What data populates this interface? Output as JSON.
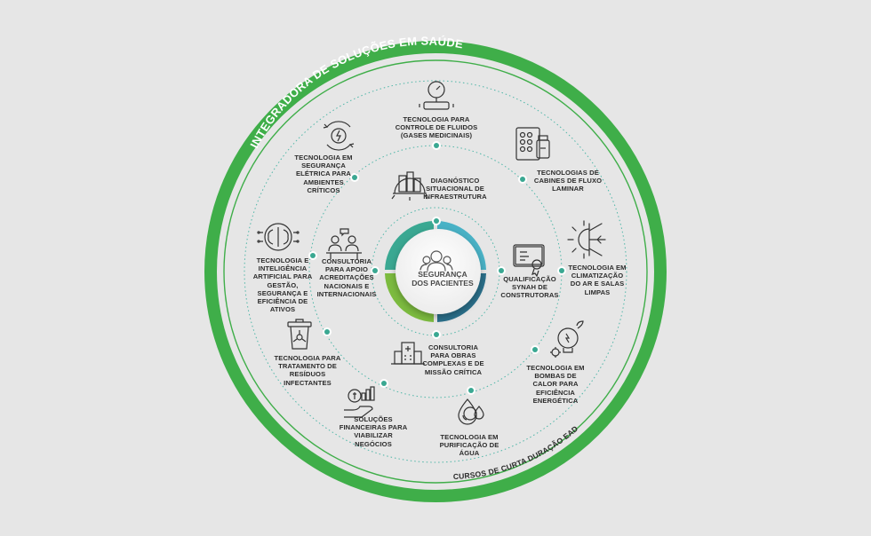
{
  "outer_ring": {
    "title": "INTEGRADORA DE SOLUÇÕES EM SAÚDE",
    "bottom_text": "CURSOS DE CURTA DURAÇÃO EAD"
  },
  "center": {
    "lines": [
      "SEGURANÇA",
      "DOS PACIENTES"
    ]
  },
  "inner_items": [
    {
      "id": "diagnostico",
      "icon": "building-gear-icon",
      "lines": [
        "DIAGNÓSTICO",
        "SITUACIONAL DE",
        "INFRAESTRUTURA"
      ]
    },
    {
      "id": "qualificacao",
      "icon": "certificate-icon",
      "lines": [
        "QUALIFICAÇÃO",
        "SYNAH DE",
        "CONSTRUTORAS"
      ]
    },
    {
      "id": "obras",
      "icon": "hospital-building-icon",
      "lines": [
        "CONSULTORIA",
        "PARA OBRAS",
        "COMPLEXAS E DE",
        "MISSÃO CRÍTICA"
      ]
    },
    {
      "id": "acreditacoes",
      "icon": "meeting-icon",
      "lines": [
        "CONSULTORIA",
        "PARA APOIO",
        "ACREDITAÇÕES",
        "NACIONAIS E",
        "INTERNACIONAIS"
      ]
    }
  ],
  "outer_items": [
    {
      "id": "fluidos",
      "icon": "pressure-gauge-icon",
      "lines": [
        "TECNOLOGIA PARA",
        "CONTROLE DE FLUIDOS",
        "(GASES MEDICINAIS)"
      ]
    },
    {
      "id": "cabines",
      "icon": "pill-cabinet-icon",
      "lines": [
        "TECNOLOGIAS DE",
        "CABINES DE FLUXO",
        "LAMINAR"
      ]
    },
    {
      "id": "climatizacao",
      "icon": "sun-snowflake-icon",
      "lines": [
        "TECNOLOGIA EM",
        "CLIMATIZAÇÃO",
        "DO AR E SALAS",
        "LIMPAS"
      ]
    },
    {
      "id": "bombas",
      "icon": "lightbulb-gear-icon",
      "lines": [
        "TECNOLOGIA EM",
        "BOMBAS DE",
        "CALOR PARA",
        "EFICIÊNCIA",
        "ENERGÉTICA"
      ]
    },
    {
      "id": "agua",
      "icon": "water-drops-icon",
      "lines": [
        "TECNOLOGIA EM",
        "PURIFICAÇÃO DE",
        "ÁGUA"
      ]
    },
    {
      "id": "financeiras",
      "icon": "money-hand-icon",
      "lines": [
        "SOLUÇÕES",
        "FINANCEIRAS PARA",
        "VIABILIZAR",
        "NEGÓCIOS"
      ]
    },
    {
      "id": "residuos",
      "icon": "biohazard-bin-icon",
      "lines": [
        "TECNOLOGIA PARA",
        "TRATAMENTO DE",
        "RESÍDUOS",
        "INFECTANTES"
      ]
    },
    {
      "id": "ia",
      "icon": "ai-brain-icon",
      "lines": [
        "TECNOLOGIA E",
        "INTELIGÊNCIA",
        "ARTIFICIAL PARA",
        "GESTÃO,",
        "SEGURANÇA E",
        "EFICIÊNCIA DE",
        "ATIVOS"
      ]
    },
    {
      "id": "eletrica",
      "icon": "electric-cycle-icon",
      "lines": [
        "TECNOLOGIA EM",
        "SEGURANÇA",
        "ELÉTRICA PARA",
        "AMBIENTES",
        "CRÍTICOS"
      ]
    }
  ],
  "colors": {
    "background": "#e6e6e6",
    "ring_green": "#3fae49",
    "dotted_teal": "#4fb6a8",
    "node_teal": "#3aa892",
    "quad_top_right": "#49b2c6",
    "quad_bottom_right": "#2a6f8a",
    "quad_bottom_left": "#7cbb3f",
    "quad_top_left": "#3aa892",
    "text": "#2b2b2b"
  }
}
